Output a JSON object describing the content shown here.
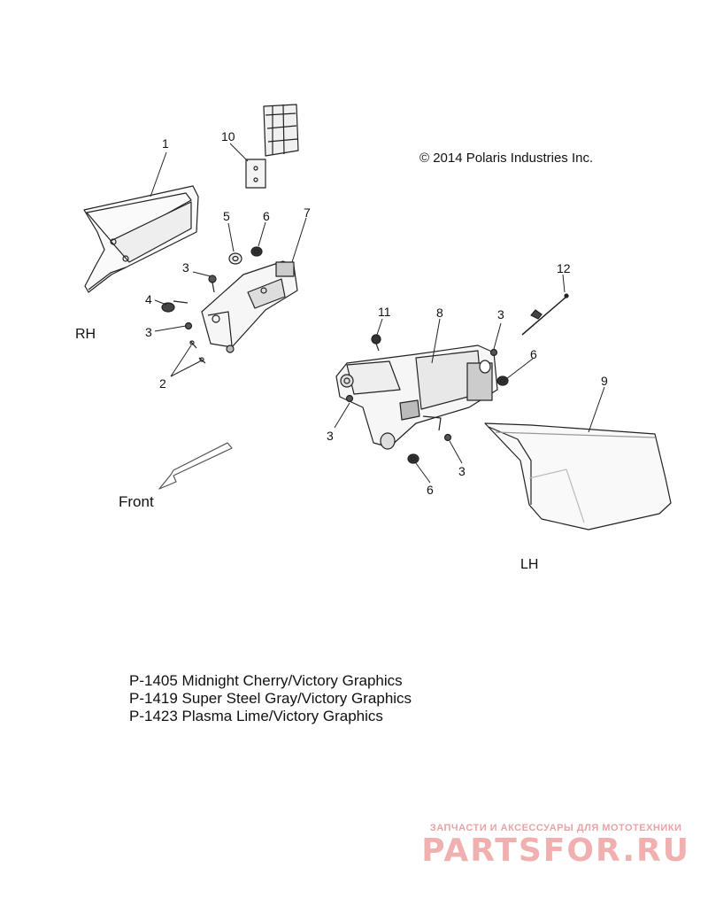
{
  "copyright": "© 2014 Polaris Industries Inc.",
  "sides": {
    "rh": "RH",
    "lh": "LH"
  },
  "direction": "Front",
  "callouts": {
    "c1": "1",
    "c10": "10",
    "c5": "5",
    "c6a": "6",
    "c7": "7",
    "c3a": "3",
    "c4": "4",
    "c3b": "3",
    "c2": "2",
    "c11": "11",
    "c8": "8",
    "c3c": "3",
    "c12": "12",
    "c6b": "6",
    "c9": "9",
    "c3d": "3",
    "c3e": "3",
    "c6c": "6"
  },
  "legend": [
    "P-1405 Midnight Cherry/Victory Graphics",
    "P-1419 Super Steel Gray/Victory Graphics",
    "P-1423 Plasma Lime/Victory Graphics"
  ],
  "watermark": {
    "subtitle": "ЗАПЧАСТИ И АКСЕССУАРЫ ДЛЯ МОТОТЕХНИКИ",
    "brand": "PARTSFOR.RU"
  }
}
